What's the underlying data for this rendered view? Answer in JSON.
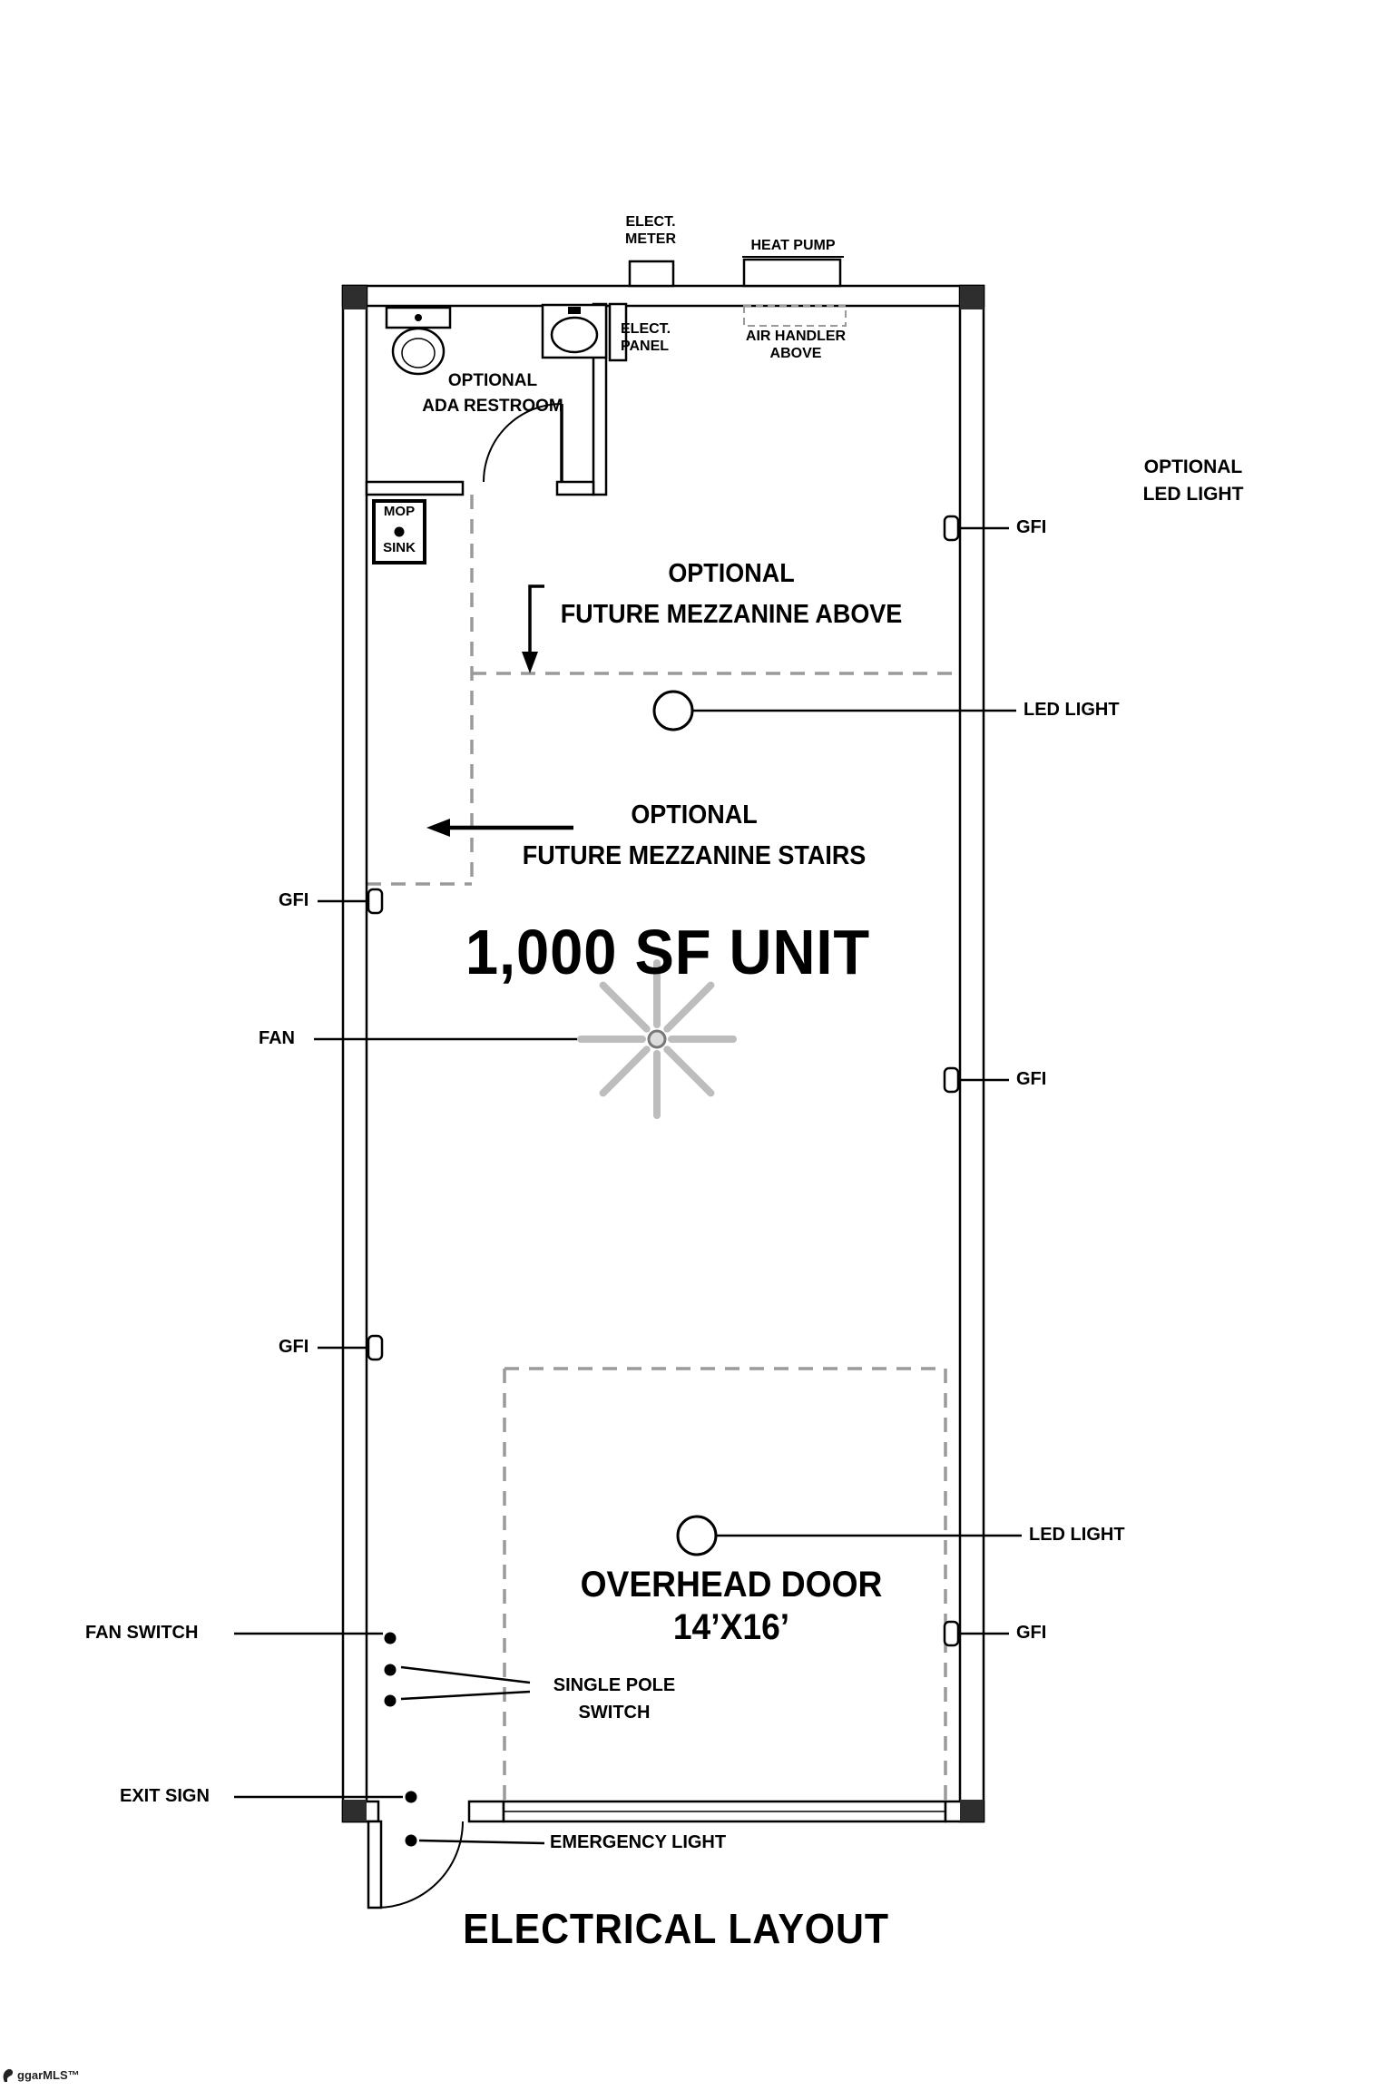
{
  "drawing": {
    "title": "ELECTRICAL LAYOUT",
    "unit_name": "1,000 SF UNIT",
    "watermark": "ggarMLS™"
  },
  "equipment": {
    "elect_meter": {
      "l1": "ELECT.",
      "l2": "METER"
    },
    "heat_pump": "HEAT PUMP",
    "elect_panel": {
      "l1": "ELECT.",
      "l2": "PANEL"
    },
    "air_handler": {
      "l1": "AIR HANDLER",
      "l2": "ABOVE"
    }
  },
  "rooms": {
    "ada_restroom": {
      "l1": "OPTIONAL",
      "l2": "ADA RESTROOM"
    },
    "mop_sink": {
      "l1": "MOP",
      "l2": "SINK"
    }
  },
  "annotations": {
    "mezz_above": {
      "l1": "OPTIONAL",
      "l2": "FUTURE MEZZANINE ABOVE"
    },
    "mezz_stairs": {
      "l1": "OPTIONAL",
      "l2": "FUTURE MEZZANINE STAIRS"
    },
    "overhead_door": {
      "l1": "OVERHEAD DOOR",
      "l2": "14’X16’"
    },
    "optional_led": {
      "l1": "OPTIONAL",
      "l2": "LED LIGHT"
    }
  },
  "callouts": {
    "gfi_left_1": "GFI",
    "gfi_left_2": "GFI",
    "gfi_right_1": "GFI",
    "gfi_right_2": "GFI",
    "gfi_right_3": "GFI",
    "fan": "FAN",
    "led_upper": "LED LIGHT",
    "led_lower": "LED LIGHT",
    "fan_switch": "FAN SWITCH",
    "single_pole": {
      "l1": "SINGLE POLE",
      "l2": "SWITCH"
    },
    "exit_sign": "EXIT SIGN",
    "emergency_light": "EMERGENCY LIGHT"
  },
  "colors": {
    "line": "#000000",
    "dashed_outline": "#9a9a9a",
    "fan_blade": "#bdbdbd",
    "background": "#ffffff"
  }
}
